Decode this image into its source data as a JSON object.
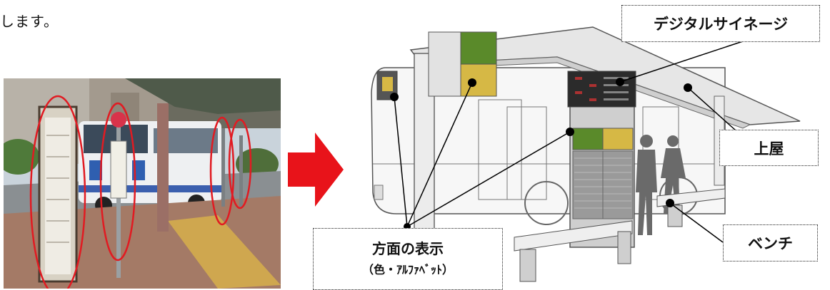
{
  "intro_text": "します。",
  "callouts": {
    "signage": "デジタルサイネージ",
    "roof": "上屋",
    "bench": "ベンチ",
    "direction_title": "方面の表示",
    "direction_sub": "（色・ｱﾙﾌｧﾍﾞｯﾄ）"
  },
  "colors": {
    "arrow": "#e8131a",
    "ellipse": "#e11b22",
    "sign_green": "#5a8a2a",
    "sign_yellow": "#d6b845"
  },
  "icons": {
    "arrow": "right-arrow-icon"
  }
}
